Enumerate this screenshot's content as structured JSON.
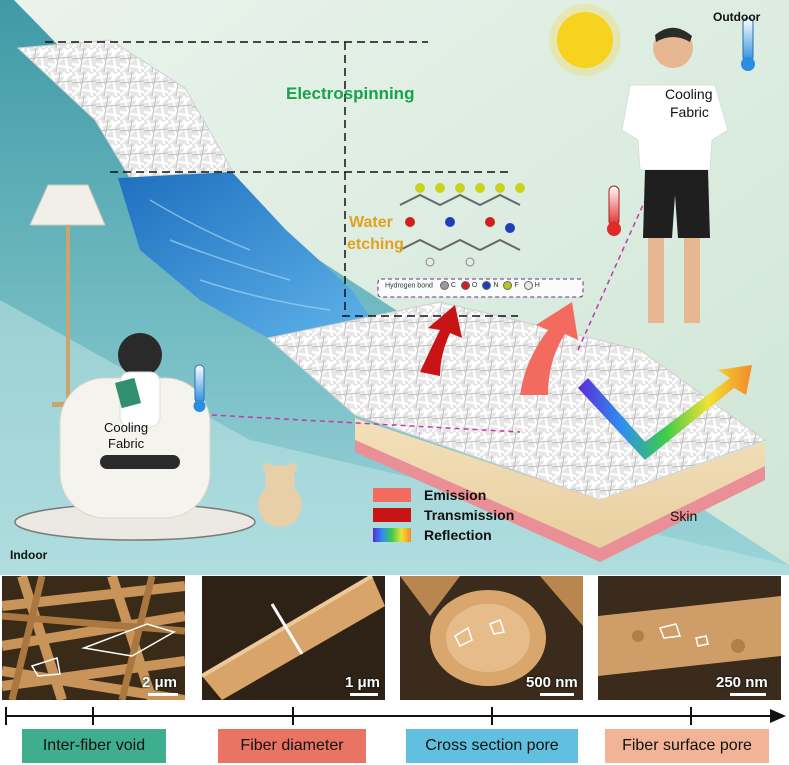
{
  "scene": {
    "steps": {
      "electrospinning": "Electrospinning",
      "water_etching_1": "Water",
      "water_etching_2": "etching"
    },
    "molecule_legend": {
      "hydrogen_bond": "Hydrogen bond",
      "elements": [
        {
          "symbol": "C",
          "color": "#9a9a9a"
        },
        {
          "symbol": "O",
          "color": "#d21f1f"
        },
        {
          "symbol": "N",
          "color": "#1f3fb8"
        },
        {
          "symbol": "F",
          "color": "#b8c81f"
        },
        {
          "symbol": "H",
          "color": "#e8e8e8"
        }
      ]
    },
    "outdoor": {
      "label": "Outdoor",
      "fabric_1": "Cooling",
      "fabric_2": "Fabric"
    },
    "indoor": {
      "label": "Indoor",
      "fabric_1": "Cooling",
      "fabric_2": "Fabric"
    },
    "skin_label": "Skin",
    "legend": [
      {
        "label": "Emission",
        "color": "#f26b5e"
      },
      {
        "label": "Transmission",
        "color": "#c81414"
      },
      {
        "label": "Reflection",
        "color": "rainbow"
      }
    ]
  },
  "sem_panels": [
    {
      "scale": "2 μm"
    },
    {
      "scale": "1 μm"
    },
    {
      "scale": "500 nm"
    },
    {
      "scale": "250 nm"
    }
  ],
  "tags": [
    {
      "label": "Inter-fiber void",
      "color": "#3fae8e"
    },
    {
      "label": "Fiber diameter",
      "color": "#ea7463"
    },
    {
      "label": "Cross section pore",
      "color": "#61bfe0"
    },
    {
      "label": "Fiber surface pore",
      "color": "#f3b397"
    }
  ]
}
